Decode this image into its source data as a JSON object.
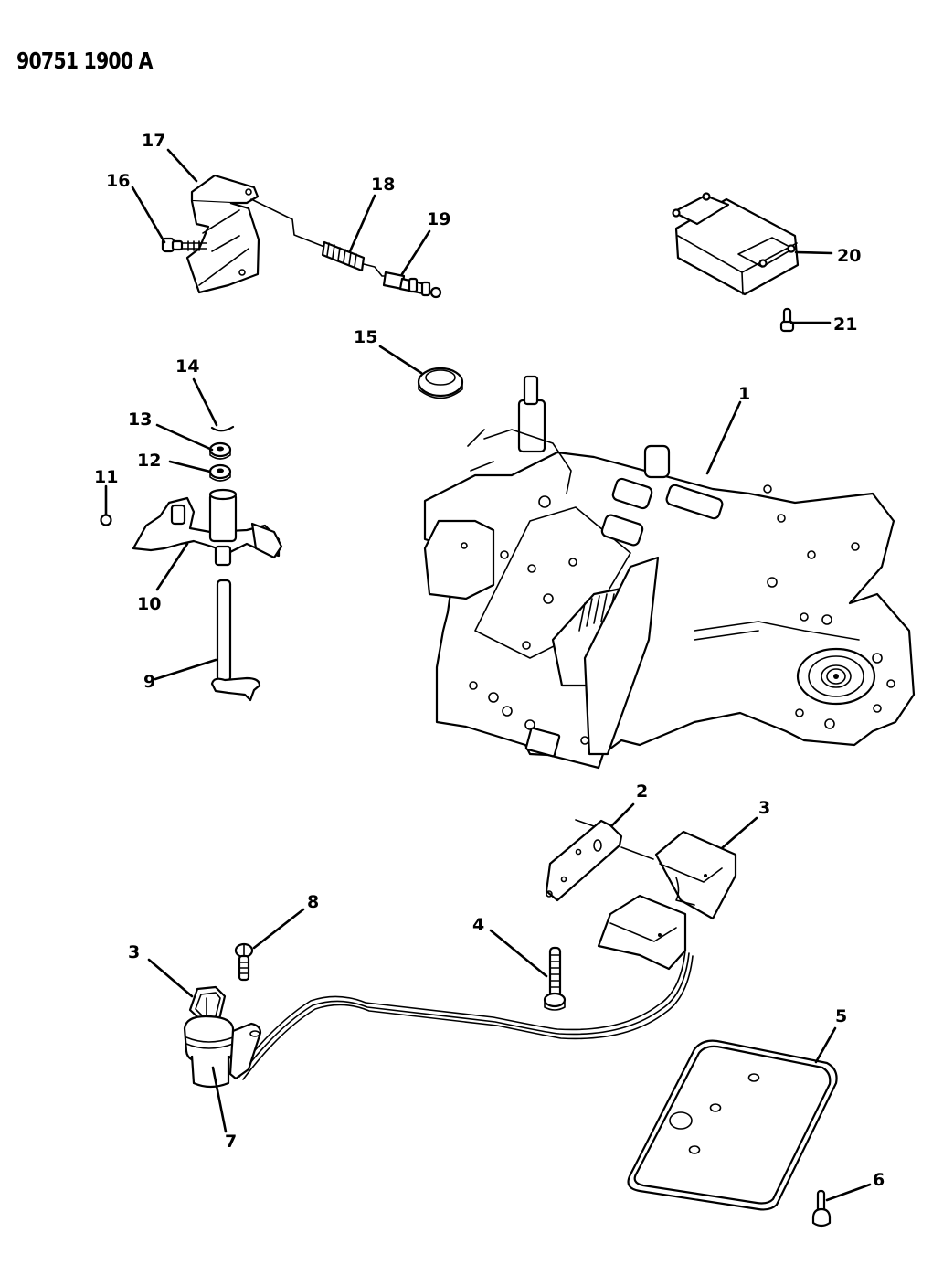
{
  "document": {
    "id": "90751 1900 A",
    "type": "exploded parts diagram",
    "subject": "transmission valve body assembly and related components"
  },
  "callouts": [
    {
      "number": "1",
      "part": "valve-body"
    },
    {
      "number": "2",
      "part": "bracket-plate"
    },
    {
      "number": "3",
      "part": "solenoid-assembly"
    },
    {
      "number": "3",
      "part": "connector"
    },
    {
      "number": "4",
      "part": "bolt"
    },
    {
      "number": "5",
      "part": "filter-gasket"
    },
    {
      "number": "6",
      "part": "bolt"
    },
    {
      "number": "7",
      "part": "sensor-connector-body"
    },
    {
      "number": "8",
      "part": "screw"
    },
    {
      "number": "9",
      "part": "shaft"
    },
    {
      "number": "10",
      "part": "lever"
    },
    {
      "number": "11",
      "part": "ball"
    },
    {
      "number": "12",
      "part": "seal"
    },
    {
      "number": "13",
      "part": "washer"
    },
    {
      "number": "14",
      "part": "clip"
    },
    {
      "number": "15",
      "part": "seal-ring"
    },
    {
      "number": "16",
      "part": "bolt"
    },
    {
      "number": "17",
      "part": "bracket"
    },
    {
      "number": "18",
      "part": "spring"
    },
    {
      "number": "19",
      "part": "valve"
    },
    {
      "number": "20",
      "part": "module"
    },
    {
      "number": "21",
      "part": "screw"
    }
  ]
}
